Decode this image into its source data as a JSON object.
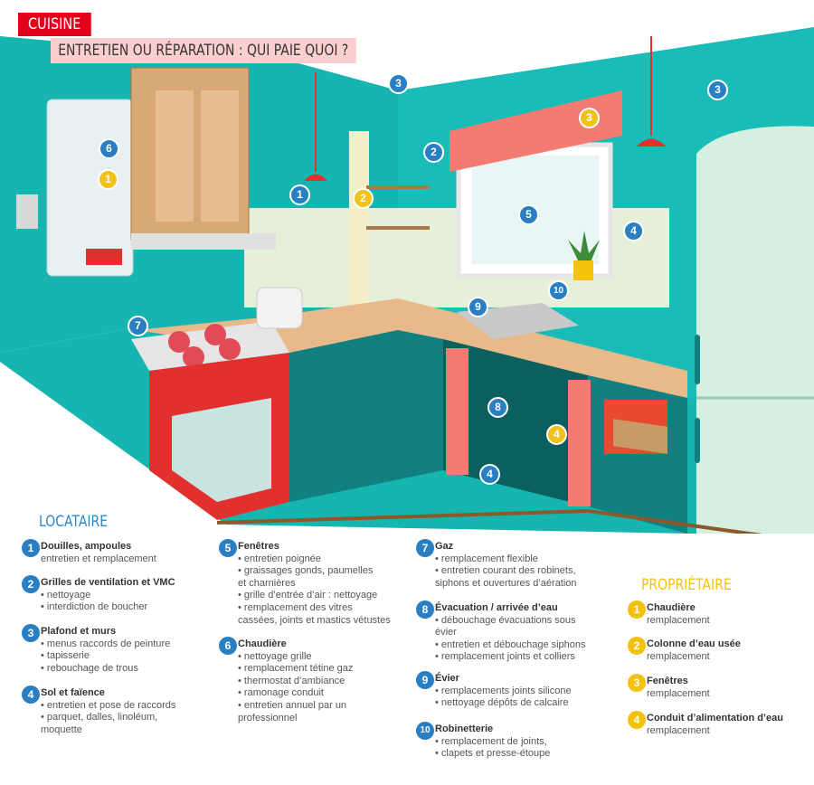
{
  "header": {
    "tag": "CUISINE",
    "title": "ENTRETIEN OU RÉPARATION : QUI PAIE QUOI ?"
  },
  "colors": {
    "tenant": "#2a7fc2",
    "owner": "#f4c20d",
    "wall": "#16b5b0",
    "tag": "#e2001a"
  },
  "illustration": {
    "blue_markers": [
      "1",
      "2",
      "3",
      "3",
      "4",
      "4",
      "5",
      "6",
      "7",
      "8",
      "9",
      "10"
    ],
    "yellow_markers": [
      "1",
      "2",
      "3",
      "4"
    ]
  },
  "locataire": {
    "heading": "LOCATAIRE",
    "items": [
      {
        "number": "1",
        "title": "Douilles, ampoules",
        "lines": [
          "entretien et remplacement"
        ]
      },
      {
        "number": "2",
        "title": "Grilles de ventilation et VMC",
        "lines": [
          "• nettoyage",
          "• interdiction de boucher"
        ]
      },
      {
        "number": "3",
        "title": "Plafond et murs",
        "lines": [
          "• menus raccords de peinture",
          "• tapisserie",
          "• rebouchage de trous"
        ]
      },
      {
        "number": "4",
        "title": "Sol et faïence",
        "lines": [
          "• entretien et pose de raccords",
          "• parquet, dalles, linoléum,",
          "moquette"
        ]
      },
      {
        "number": "5",
        "title": "Fenêtres",
        "lines": [
          "• entretien poignée",
          "• graissages gonds, paumelles",
          "et charnières",
          "• grille d’entrée d’air : nettoyage",
          "• remplacement des vitres",
          "cassées, joints et mastics vétustes"
        ]
      },
      {
        "number": "6",
        "title": "Chaudière",
        "lines": [
          "• nettoyage grille",
          "• remplacement tétine gaz",
          "• thermostat d’ambiance",
          "• ramonage conduit",
          "• entretien annuel par un",
          "professionnel"
        ]
      },
      {
        "number": "7",
        "title": "Gaz",
        "lines": [
          "• remplacement flexible",
          "• entretien courant des robinets,",
          "siphons et ouvertures d’aération"
        ]
      },
      {
        "number": "8",
        "title": "Évacuation / arrivée d’eau",
        "lines": [
          "• débouchage évacuations sous",
          "évier",
          "• entretien et débouchage siphons",
          "• remplacement joints et colliers"
        ]
      },
      {
        "number": "9",
        "title": "Évier",
        "lines": [
          "• remplacements joints silicone",
          "• nettoyage dépôts de calcaire"
        ]
      },
      {
        "number": "10",
        "title": "Robinetterie",
        "lines": [
          "• remplacement de joints,",
          "• clapets et presse-étoupe"
        ]
      }
    ]
  },
  "proprietaire": {
    "heading": "PROPRIÉTAIRE",
    "items": [
      {
        "number": "1",
        "title": "Chaudière",
        "lines": [
          "remplacement"
        ]
      },
      {
        "number": "2",
        "title": "Colonne d’eau usée",
        "lines": [
          "remplacement"
        ]
      },
      {
        "number": "3",
        "title": "Fenêtres",
        "lines": [
          "remplacement"
        ]
      },
      {
        "number": "4",
        "title": "Conduit d’alimentation d’eau",
        "lines": [
          "remplacement"
        ]
      }
    ]
  }
}
